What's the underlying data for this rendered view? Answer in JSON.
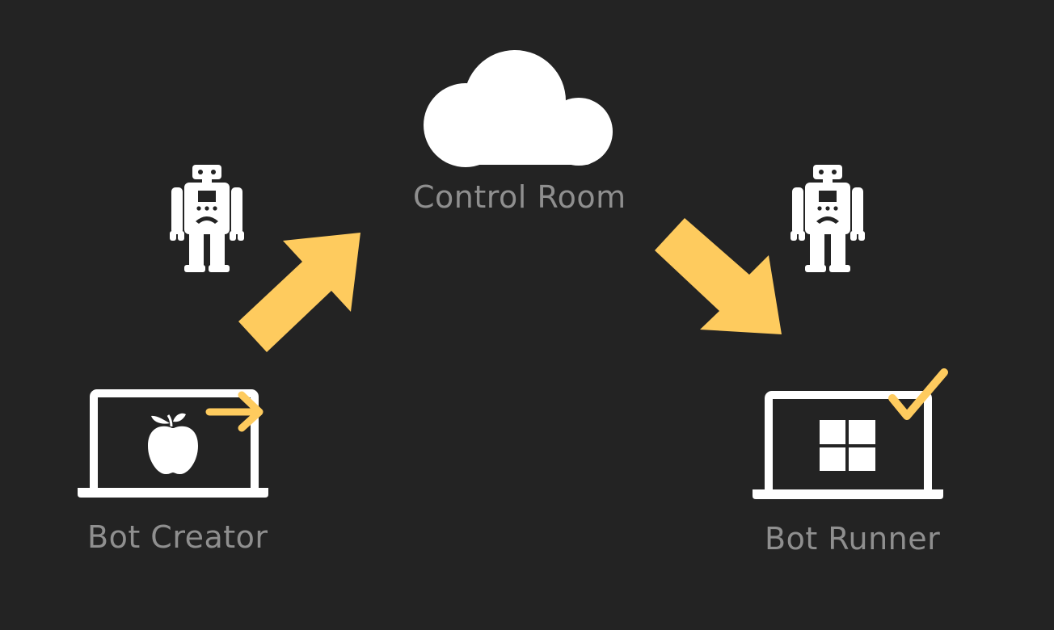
{
  "nodes": {
    "control_room": {
      "label": "Control Room",
      "icon": "cloud-icon"
    },
    "bot_creator": {
      "label": "Bot Creator",
      "icon": "laptop-icon",
      "os_icon": "apple-icon",
      "badge_icon": "arrow-right-icon"
    },
    "bot_runner": {
      "label": "Bot Runner",
      "icon": "laptop-icon",
      "os_icon": "windows-icon",
      "badge_icon": "checkmark-icon"
    }
  },
  "bots": [
    {
      "icon": "robot-icon",
      "near": "bot_creator"
    },
    {
      "icon": "robot-icon",
      "near": "bot_runner"
    }
  ],
  "flows": [
    {
      "from": "bot_creator",
      "to": "control_room",
      "icon": "arrow-up-right-icon"
    },
    {
      "from": "control_room",
      "to": "bot_runner",
      "icon": "arrow-down-right-icon"
    }
  ],
  "colors": {
    "background": "#232323",
    "icon": "#ffffff",
    "accent": "#fecb5e",
    "label": "#8f8f8f"
  }
}
